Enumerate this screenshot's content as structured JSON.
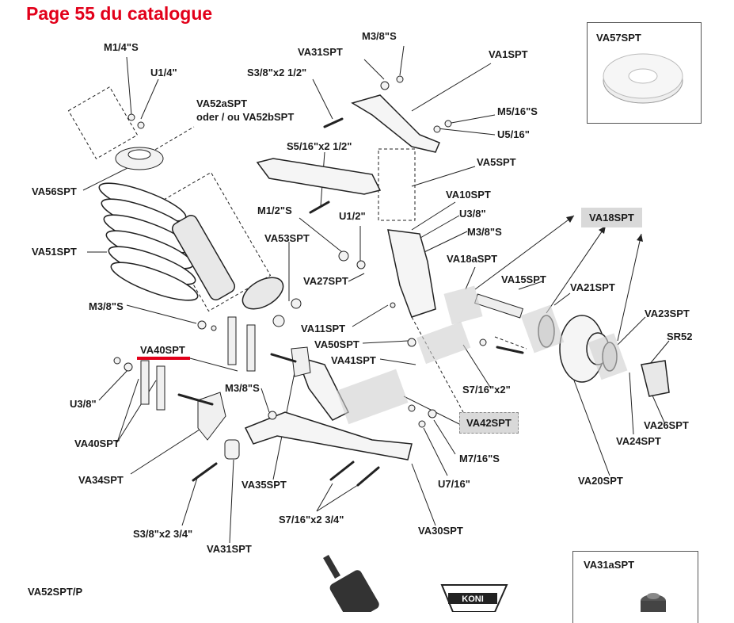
{
  "page_title": "Page 55 du catalogue",
  "colors": {
    "title": "#e2001a",
    "label": "#1a1a1a",
    "line": "#222222",
    "highlight": "#d9d9d9",
    "underline": "#e2001a"
  },
  "boxes": {
    "va57": {
      "label": "VA57SPT"
    },
    "va31a": {
      "label": "VA31aSPT"
    }
  },
  "brand": "KONI",
  "labels": {
    "m14s": "M1/4\"S",
    "u14": "U1/4\"",
    "va52a_1": "VA52aSPT",
    "va52a_2": "oder / ou VA52bSPT",
    "va31spt_top": "VA31SPT",
    "s38x2_12": "S3/8\"x2 1/2\"",
    "m38s_top": "M3/8\"S",
    "va1": "VA1SPT",
    "m516s": "M5/16\"S",
    "u516": "U5/16\"",
    "s516x2_12": "S5/16\"x2 1/2\"",
    "va5": "VA5SPT",
    "va56": "VA56SPT",
    "va10": "VA10SPT",
    "u38_mid": "U3/8\"",
    "m38s_mid": "M3/8\"S",
    "m12s": "M1/2\"S",
    "u12": "U1/2\"",
    "va18": "VA18SPT",
    "va51": "VA51SPT",
    "va53": "VA53SPT",
    "va18a": "VA18aSPT",
    "va27": "VA27SPT",
    "va15": "VA15SPT",
    "va21": "VA21SPT",
    "m38s_left": "M3/8\"S",
    "va11": "VA11SPT",
    "va23": "VA23SPT",
    "sr52": "SR52",
    "va40_top": "VA40SPT",
    "va50": "VA50SPT",
    "va41": "VA41SPT",
    "s716x2": "S7/16\"x2\"",
    "u38_left": "U3/8\"",
    "m38s_low": "M3/8\"S",
    "va42": "VA42SPT",
    "va26": "VA26SPT",
    "va40_bot": "VA40SPT",
    "va24": "VA24SPT",
    "m716s": "M7/16\"S",
    "va34": "VA34SPT",
    "va35": "VA35SPT",
    "u716": "U7/16\"",
    "va20": "VA20SPT",
    "s716x2_34": "S7/16\"x2 3/4\"",
    "s38x2_34": "S3/8\"x2 3/4\"",
    "va30": "VA30SPT",
    "va31_bot": "VA31SPT",
    "va52p": "VA52SPT/P"
  }
}
